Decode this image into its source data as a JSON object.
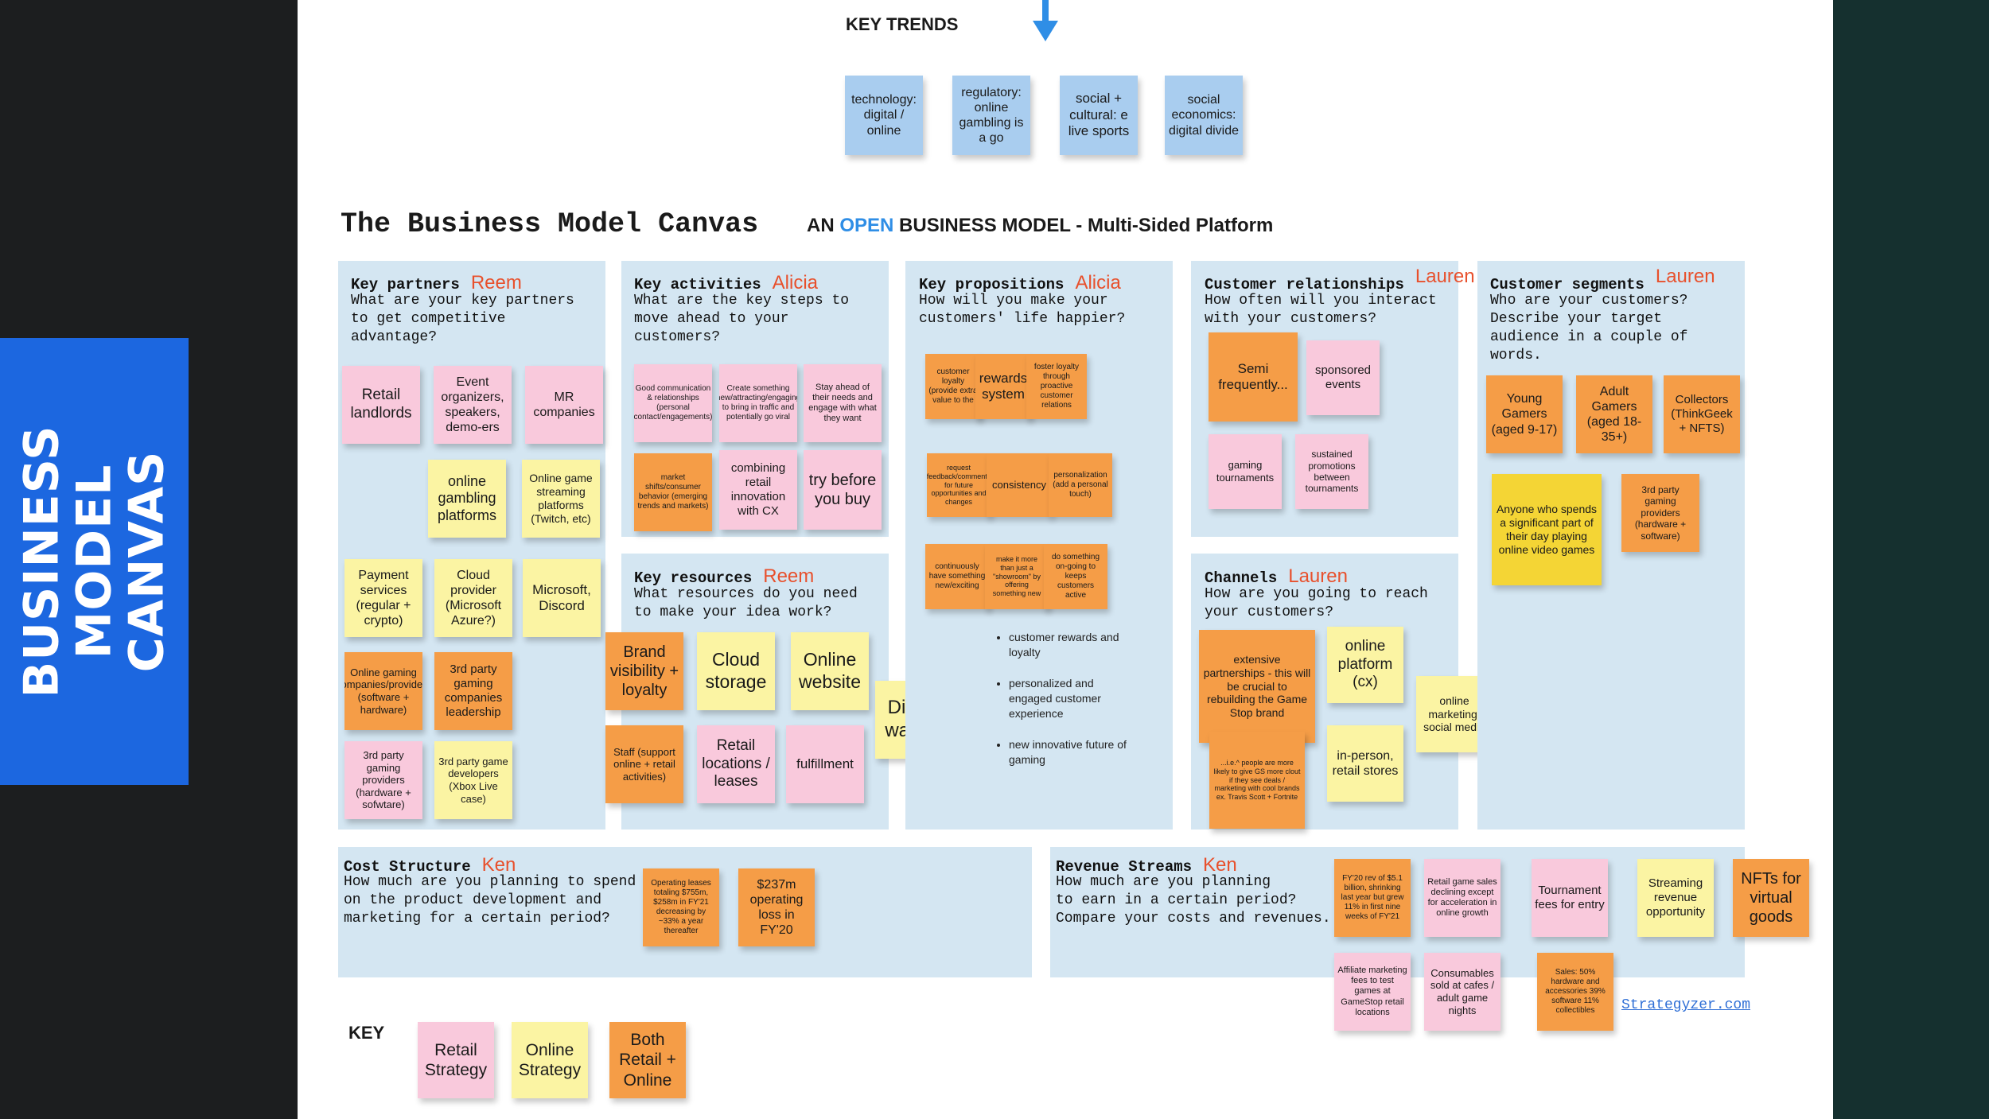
{
  "banner": {
    "title": "BUSINESS MODEL CANVAS"
  },
  "key_trends": {
    "title": "KEY TRENDS",
    "notes": [
      "technology: digital / online",
      "regulatory: online gambling is a go",
      "social + cultural: e live sports",
      "social economics: digital divide"
    ]
  },
  "canvas": {
    "title": "The Business Model Canvas",
    "subtitle_prefix": "AN",
    "subtitle_open": "OPEN",
    "subtitle_rest": "BUSINESS MODEL - Multi-Sided Platform"
  },
  "sections": {
    "key_partners": {
      "title": "Key partners",
      "owner": "Reem",
      "question": "What are your key partners\nto get competitive\nadvantage?",
      "notes": [
        "Retail landlords",
        "Event organizers, speakers, demo-ers",
        "MR companies",
        "online gambling platforms",
        "Online game streaming platforms (Twitch, etc)",
        "Payment services (regular + crypto)",
        "Cloud provider (Microsoft Azure?)",
        "Microsoft, Discord",
        "Online gaming companies/providers (software + hardware)",
        "3rd party gaming companies leadership",
        "3rd party gaming providers (hardware + sofwtare)",
        "3rd party game developers (Xbox Live case)"
      ]
    },
    "key_activities": {
      "title": "Key activities",
      "owner": "Alicia",
      "question": "What are the key steps to\nmove ahead to your\ncustomers?",
      "notes": [
        "Good communication & relationships (personal contact/engagements)",
        "Create something new/attracting/engaging to bring in traffic and potentially go viral",
        "Stay ahead of their needs and engage with what they want",
        "market shifts/consumer behavior (emerging trends and markets)",
        "combining retail innovation with CX",
        "try before you buy"
      ]
    },
    "key_resources": {
      "title": "Key resources",
      "owner": "Reem",
      "question": "What resources do you need\nto make your idea work?",
      "notes": [
        "Brand visibility + loyalty",
        "Cloud storage",
        "Online website",
        "Digital wallets",
        "Staff (support online + retail activities)",
        "Retail locations / leases",
        "fulfillment"
      ]
    },
    "key_propositions": {
      "title": "Key propositions",
      "owner": "Alicia",
      "question": "How will you make your\ncustomers' life happier?",
      "notes": [
        "customer loyalty (provide extra value to the",
        "rewards system",
        "foster loyalty through proactive customer relations",
        "request feedback/comments for future opportunities and changes",
        "consistency",
        "personalization (add a personal touch)",
        "continuously have something new/exciting",
        "make it more than just a \"showroom\" by offering something new",
        "do something on-going to keeps customers active"
      ],
      "bullets": [
        "customer rewards and loyalty",
        "personalized and engaged customer experience",
        "new innovative future of gaming"
      ]
    },
    "customer_relationships": {
      "title": "Customer relationships",
      "owner": "Lauren",
      "question": "How often will you interact\nwith your customers?",
      "notes": [
        "Semi frequently...",
        "sponsored events",
        "gaming tournaments",
        "sustained promotions between tournaments"
      ]
    },
    "channels": {
      "title": "Channels",
      "owner": "Lauren",
      "question": "How are you going to reach\nyour customers?",
      "notes": [
        "extensive partnerships - this will be crucial to rebuilding the Game Stop brand",
        "...i.e.^ people are more likely to give GS more clout if they see deals / marketing with cool brands ex. Travis Scott + Fortnite",
        "online platform (cx)",
        "in-person, retail stores",
        "online marketing, social media"
      ]
    },
    "customer_segments": {
      "title": "Customer segments",
      "owner": "Lauren",
      "question": "Who are your customers?\nDescribe your target\naudience in a couple of\nwords.",
      "notes": [
        "Young Gamers (aged 9-17)",
        "Adult Gamers (aged 18-35+)",
        "Collectors (ThinkGeek + NFTS)",
        "Anyone who spends a significant part of their day playing online video games",
        "3rd party gaming providers (hardware + software)"
      ]
    },
    "cost_structure": {
      "title": "Cost Structure",
      "owner": "Ken",
      "question": "How much are you planning to spend\non the product development and\nmarketing for a certain period?",
      "notes": [
        "Operating leases totaling $755m, $258m in FY'21 decreasing by ~33% a year thereafter",
        "$237m operating loss in FY'20"
      ]
    },
    "revenue_streams": {
      "title": "Revenue Streams",
      "owner": "Ken",
      "question": "How much are you planning\nto earn in a certain period?\nCompare your costs and revenues.",
      "notes": [
        "FY'20 rev of $5.1 billion, shrinking last year but grew 11% in first nine weeks of FY'21",
        "Retail game sales declining except for acceleration in online growth",
        "Tournament fees for entry",
        "Streaming revenue opportunity",
        "NFTs for virtual goods",
        "Affiliate marketing fees to test games at GameStop retail locations",
        "Consumables sold at cafes / adult game nights",
        "Sales: 50% hardware and accessories 39% software 11% collectibles"
      ],
      "link": "Strategyzer.com"
    }
  },
  "key": {
    "title": "KEY",
    "items": [
      "Retail Strategy",
      "Online Strategy",
      "Both Retail + Online"
    ]
  },
  "colors": {
    "pink": "#f9c9dc",
    "yellow": "#fbf4a3",
    "orange": "#f59d47",
    "blue": "#a9cdef",
    "section": "#d4e6f2",
    "banner": "#1c67e0",
    "owner": "#e8502c"
  }
}
